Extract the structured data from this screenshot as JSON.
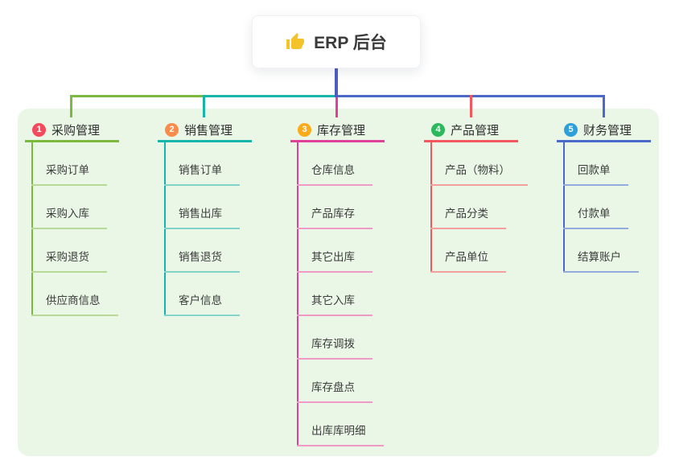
{
  "root": {
    "icon": "thumbs-up-icon",
    "label": "ERP 后台"
  },
  "colors": {
    "page_bg": "#ffffff",
    "panel_bg": "#eaf7e6",
    "trunk": "#4d5ec1",
    "root_text": "#3a3a3a",
    "thumb_icon": "#f4c32a"
  },
  "branches": [
    {
      "index": "1",
      "label": "采购管理",
      "badge_color": "#f5495e",
      "line_color": "#7cb93f",
      "child_line_color": "#b7da97",
      "children": [
        "采购订单",
        "采购入库",
        "采购退货",
        "供应商信息"
      ]
    },
    {
      "index": "2",
      "label": "销售管理",
      "badge_color": "#fa8b4b",
      "line_color": "#14b5aa",
      "child_line_color": "#82d3cc",
      "children": [
        "销售订单",
        "销售出库",
        "销售退货",
        "客户信息"
      ]
    },
    {
      "index": "3",
      "label": "库存管理",
      "badge_color": "#fbab18",
      "line_color": "#e0409a",
      "child_line_color": "#f09ac6",
      "children": [
        "仓库信息",
        "产品库存",
        "其它出库",
        "其它入库",
        "库存调拨",
        "库存盘点",
        "出库库明细"
      ]
    },
    {
      "index": "4",
      "label": "产品管理",
      "badge_color": "#2cb85c",
      "line_color": "#f4575d",
      "child_line_color": "#f59f9c",
      "children": [
        "产品（物料）",
        "产品分类",
        "产品单位"
      ]
    },
    {
      "index": "5",
      "label": "财务管理",
      "badge_color": "#2d9fdb",
      "line_color": "#4a69c8",
      "child_line_color": "#94abdd",
      "children": [
        "回款单",
        "付款单",
        "结算账户"
      ]
    }
  ]
}
